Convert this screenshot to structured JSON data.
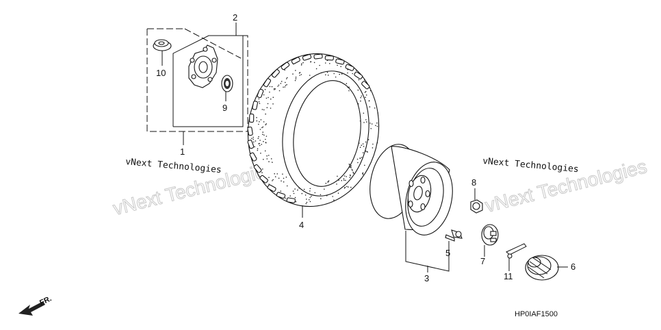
{
  "callouts": {
    "c1": "1",
    "c2": "2",
    "c3": "3",
    "c4": "4",
    "c5": "5",
    "c6": "6",
    "c7": "7",
    "c8": "8",
    "c9": "9",
    "c10": "10",
    "c11": "11"
  },
  "watermarks": {
    "left_small": "vNext Technologies",
    "left_big": "vNext Technologies",
    "right_small": "vNext Technologies",
    "right_big": "vNext Technologies"
  },
  "direction_label": "FR.",
  "diagram_code": "HP0IAF1500"
}
